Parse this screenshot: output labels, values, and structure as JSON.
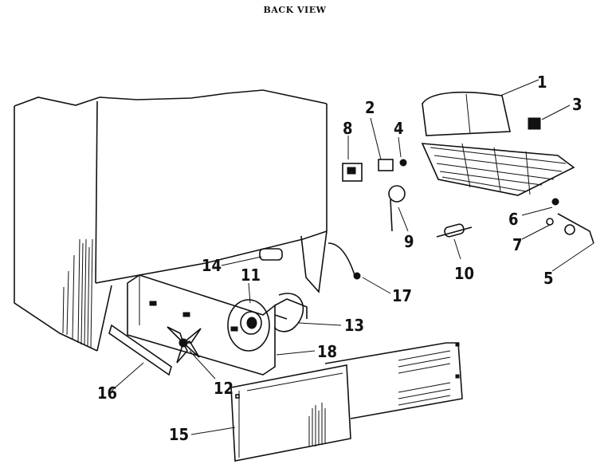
{
  "title": "BACK VIEW",
  "callouts": [
    "1",
    "2",
    "3",
    "4",
    "5",
    "6",
    "7",
    "8",
    "9",
    "10",
    "11",
    "12",
    "13",
    "14",
    "15",
    "16",
    "17",
    "18"
  ]
}
